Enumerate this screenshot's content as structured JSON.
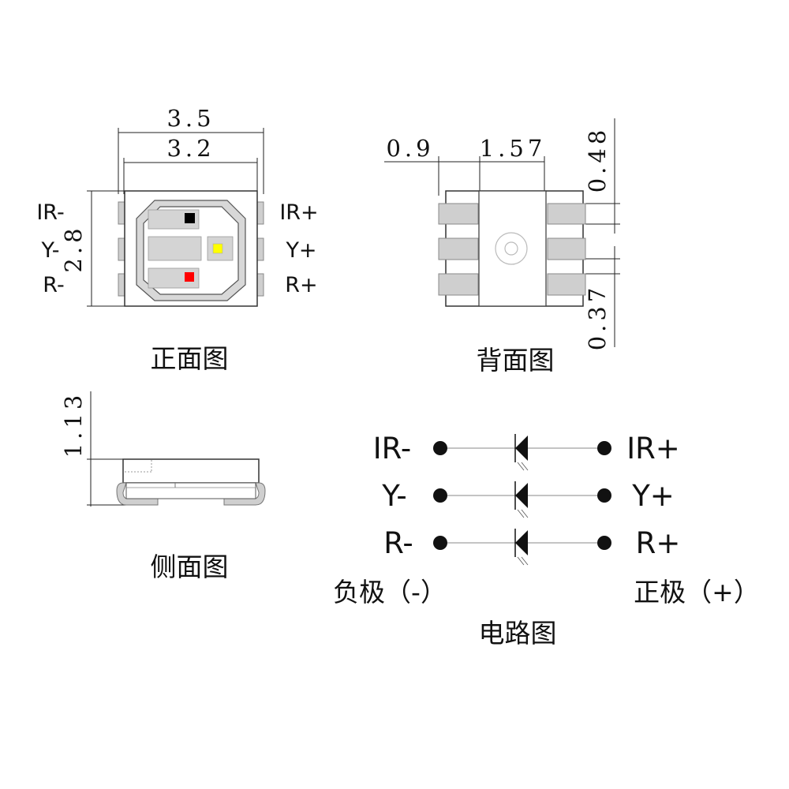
{
  "colors": {
    "pad": "#cfcfcf",
    "die_ir": "#000000",
    "die_y": "#ffff00",
    "die_r": "#ff0000",
    "line": "#222222"
  },
  "front": {
    "dim_outer_width": "3.5",
    "dim_inner_width": "3.2",
    "dim_height": "2.8",
    "left_labels": [
      "IR-",
      "Y-",
      "R-"
    ],
    "right_labels": [
      "IR+",
      "Y+",
      "R+"
    ],
    "caption": "正面图"
  },
  "back": {
    "dim_pad": "0.9",
    "dim_center": "1.57",
    "dim_pad_height": "0.48",
    "dim_pitch": "0.37",
    "caption": "背面图"
  },
  "side": {
    "dim_thickness": "1.13",
    "caption": "侧面图"
  },
  "circuit": {
    "left_labels": [
      "IR-",
      "Y-",
      "R-"
    ],
    "right_labels": [
      "IR+",
      "Y+",
      "R+"
    ],
    "negative_label": "负极（-）",
    "positive_label": "正极（+）",
    "caption": "电路图"
  }
}
